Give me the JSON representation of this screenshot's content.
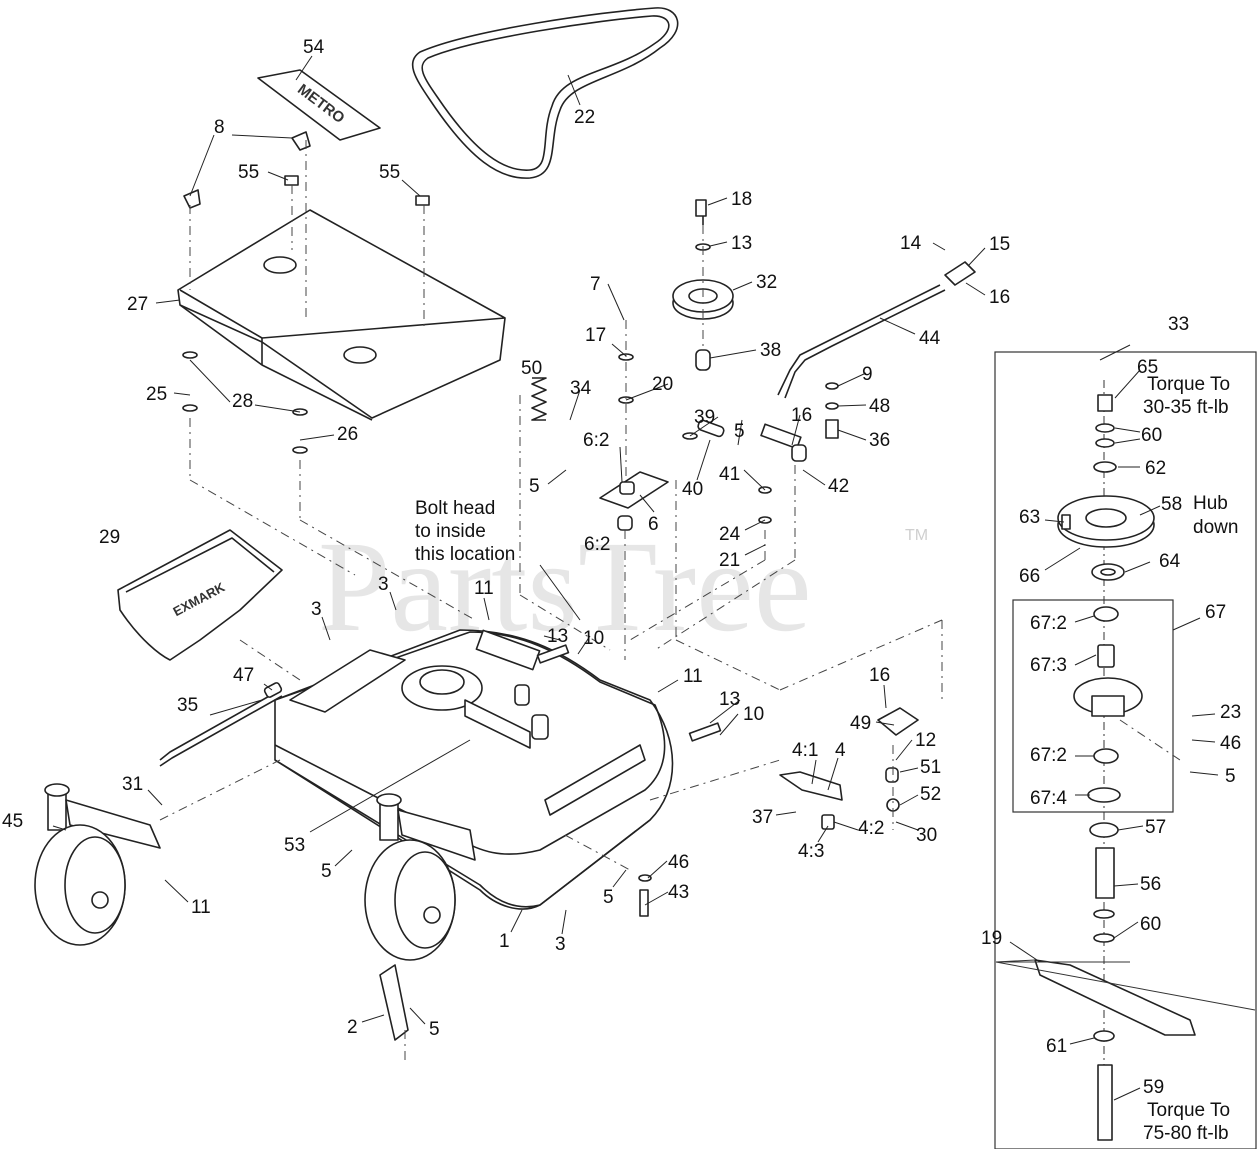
{
  "watermark": {
    "text": "PartsTree",
    "tm": "TM"
  },
  "notes": {
    "bolt_head_line1": "Bolt head",
    "bolt_head_line2": "to inside",
    "bolt_head_line3": "this location",
    "torque_top_line1": "Torque To",
    "torque_top_line2": "30-35 ft-lb",
    "hub_line1": "Hub",
    "hub_line2": "down",
    "torque_bottom_line1": "Torque To",
    "torque_bottom_line2": "75-80 ft-lb"
  },
  "decals": {
    "metro": "METRO",
    "guard": "EXMARK"
  },
  "labels": [
    {
      "id": "54",
      "text": "54"
    },
    {
      "id": "22",
      "text": "22"
    },
    {
      "id": "8",
      "text": "8"
    },
    {
      "id": "55a",
      "text": "55"
    },
    {
      "id": "55b",
      "text": "55"
    },
    {
      "id": "18",
      "text": "18"
    },
    {
      "id": "13a",
      "text": "13"
    },
    {
      "id": "14",
      "text": "14"
    },
    {
      "id": "15",
      "text": "15"
    },
    {
      "id": "32",
      "text": "32"
    },
    {
      "id": "16a",
      "text": "16"
    },
    {
      "id": "27",
      "text": "27"
    },
    {
      "id": "7",
      "text": "7"
    },
    {
      "id": "33",
      "text": "33"
    },
    {
      "id": "44",
      "text": "44"
    },
    {
      "id": "17",
      "text": "17"
    },
    {
      "id": "38",
      "text": "38"
    },
    {
      "id": "65",
      "text": "65"
    },
    {
      "id": "50",
      "text": "50"
    },
    {
      "id": "9",
      "text": "9"
    },
    {
      "id": "25",
      "text": "25"
    },
    {
      "id": "34",
      "text": "34"
    },
    {
      "id": "20",
      "text": "20"
    },
    {
      "id": "28",
      "text": "28"
    },
    {
      "id": "48",
      "text": "48"
    },
    {
      "id": "60a",
      "text": "60"
    },
    {
      "id": "39",
      "text": "39"
    },
    {
      "id": "26",
      "text": "26"
    },
    {
      "id": "6_2a",
      "text": "6:2"
    },
    {
      "id": "5a",
      "text": "5"
    },
    {
      "id": "36",
      "text": "36"
    },
    {
      "id": "16b",
      "text": "16"
    },
    {
      "id": "62",
      "text": "62"
    },
    {
      "id": "5b",
      "text": "5"
    },
    {
      "id": "40",
      "text": "40"
    },
    {
      "id": "41",
      "text": "41"
    },
    {
      "id": "42",
      "text": "42"
    },
    {
      "id": "58",
      "text": "58"
    },
    {
      "id": "6",
      "text": "6"
    },
    {
      "id": "24",
      "text": "24"
    },
    {
      "id": "63",
      "text": "63"
    },
    {
      "id": "29",
      "text": "29"
    },
    {
      "id": "6_2b",
      "text": "6:2"
    },
    {
      "id": "21",
      "text": "21"
    },
    {
      "id": "66",
      "text": "66"
    },
    {
      "id": "64",
      "text": "64"
    },
    {
      "id": "3a",
      "text": "3"
    },
    {
      "id": "11a",
      "text": "11"
    },
    {
      "id": "67",
      "text": "67"
    },
    {
      "id": "3b",
      "text": "3"
    },
    {
      "id": "13b",
      "text": "13"
    },
    {
      "id": "10a",
      "text": "10"
    },
    {
      "id": "67_2a",
      "text": "67:2"
    },
    {
      "id": "16c",
      "text": "16"
    },
    {
      "id": "47",
      "text": "47"
    },
    {
      "id": "11b",
      "text": "11"
    },
    {
      "id": "67_3",
      "text": "67:3"
    },
    {
      "id": "35",
      "text": "35"
    },
    {
      "id": "13c",
      "text": "13"
    },
    {
      "id": "49",
      "text": "49"
    },
    {
      "id": "10b",
      "text": "10"
    },
    {
      "id": "23",
      "text": "23"
    },
    {
      "id": "12",
      "text": "12"
    },
    {
      "id": "46a",
      "text": "46"
    },
    {
      "id": "4_1",
      "text": "4:1"
    },
    {
      "id": "4",
      "text": "4"
    },
    {
      "id": "67_2b",
      "text": "67:2"
    },
    {
      "id": "51",
      "text": "51"
    },
    {
      "id": "5c",
      "text": "5"
    },
    {
      "id": "31",
      "text": "31"
    },
    {
      "id": "52",
      "text": "52"
    },
    {
      "id": "67_4",
      "text": "67:4"
    },
    {
      "id": "37",
      "text": "37"
    },
    {
      "id": "4_2",
      "text": "4:2"
    },
    {
      "id": "30",
      "text": "30"
    },
    {
      "id": "45",
      "text": "45"
    },
    {
      "id": "53",
      "text": "53"
    },
    {
      "id": "57",
      "text": "57"
    },
    {
      "id": "4_3",
      "text": "4:3"
    },
    {
      "id": "46b",
      "text": "46"
    },
    {
      "id": "5d",
      "text": "5"
    },
    {
      "id": "56",
      "text": "56"
    },
    {
      "id": "5e",
      "text": "5"
    },
    {
      "id": "43",
      "text": "43"
    },
    {
      "id": "11c",
      "text": "11"
    },
    {
      "id": "1",
      "text": "1"
    },
    {
      "id": "60b",
      "text": "60"
    },
    {
      "id": "3c",
      "text": "3"
    },
    {
      "id": "19",
      "text": "19"
    },
    {
      "id": "61",
      "text": "61"
    },
    {
      "id": "2",
      "text": "2"
    },
    {
      "id": "5f",
      "text": "5"
    },
    {
      "id": "59",
      "text": "59"
    }
  ]
}
